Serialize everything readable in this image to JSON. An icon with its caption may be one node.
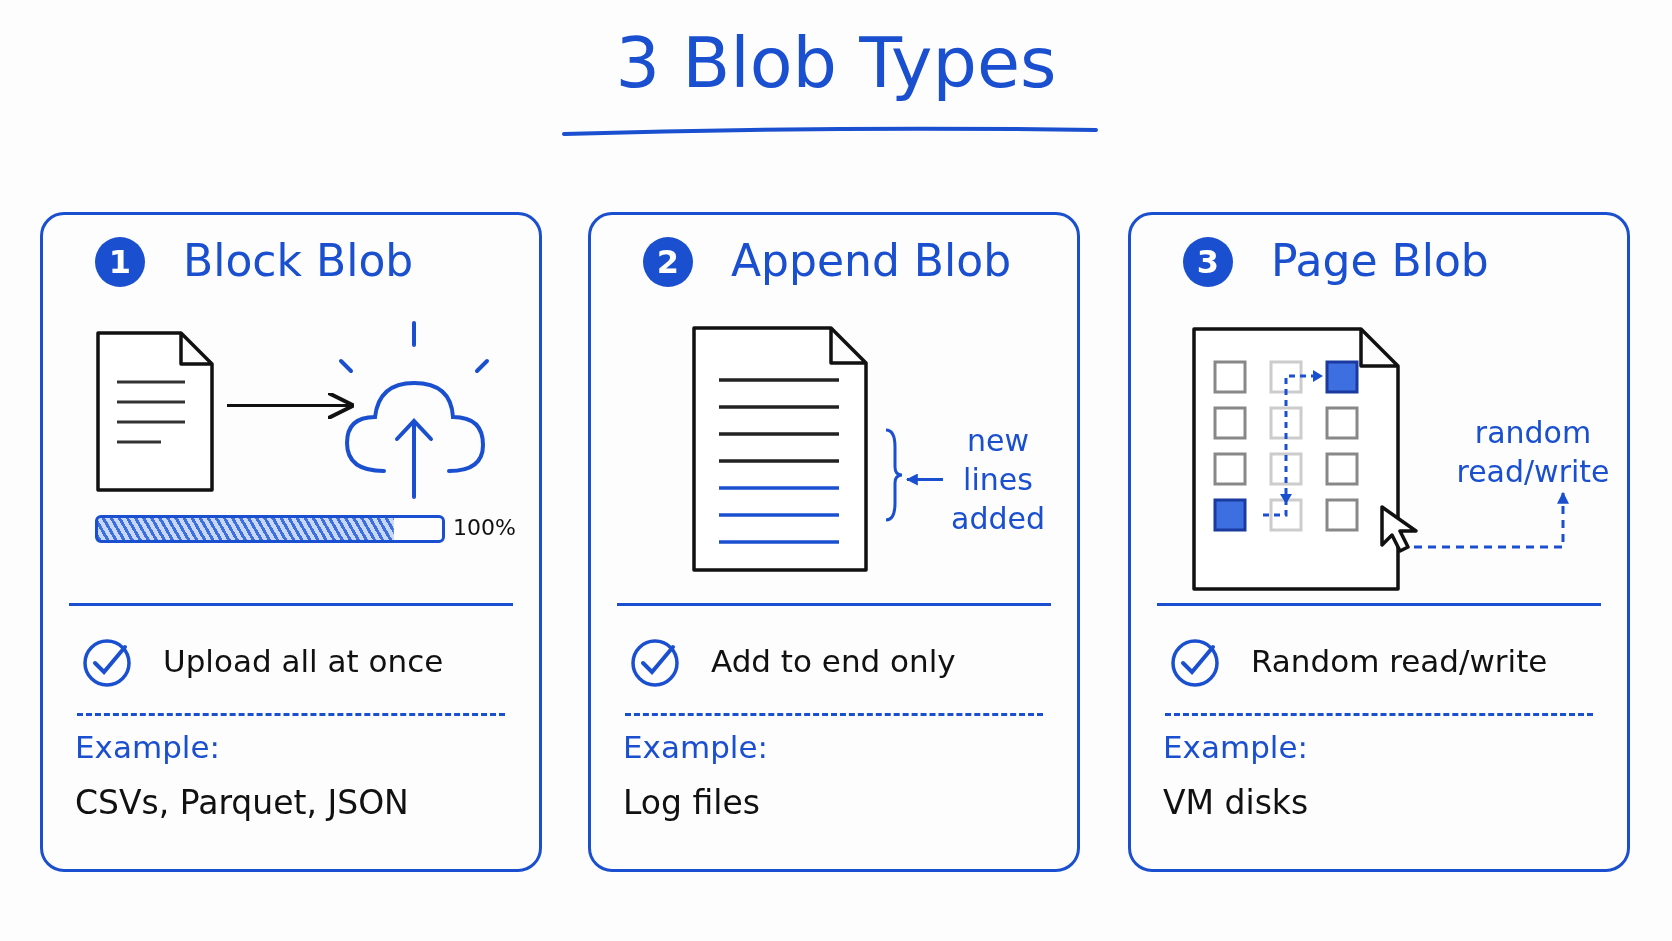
{
  "diagram": {
    "title": "3 Blob Types",
    "nodes": [
      {
        "text": [
          "Block Blob",
          "Upload all at once",
          "Example:",
          "CSVs, Parquet, JSON"
        ]
      },
      {
        "text": [],
        "shape": "picture",
        "in": 0
      },
      {
        "text": [],
        "shape": "cloud",
        "in": 0
      },
      {
        "text": [
          "Append Blob",
          "Add to end only",
          "Example:",
          "Log files"
        ]
      },
      {
        "text": [],
        "shape": "picture",
        "in": 3
      },
      {
        "text": [
          "new lines added"
        ],
        "in": 3
      },
      {
        "text": [
          "Page Blob",
          "Random read/write",
          "Example:",
          "VM disks"
        ]
      },
      {
        "text": [],
        "shape": "picture",
        "in": 6
      },
      {
        "text": [],
        "shape": "picture",
        "in": 6
      },
      {
        "text": [
          "random read/write"
        ],
        "in": 6
      }
    ],
    "edges": [
      {
        "from": 1,
        "to": 2,
        "arrow": "to",
        "color": "#111111"
      },
      {
        "from": 5,
        "to": null,
        "arrow": "to",
        "color": "#1a4fcf"
      },
      {
        "from": 8,
        "to": 9,
        "arrow": "to",
        "style": "dashed",
        "color": "#1a4fcf"
      }
    ],
    "labels": [
      "1",
      "2",
      "3",
      "100%"
    ]
  }
}
